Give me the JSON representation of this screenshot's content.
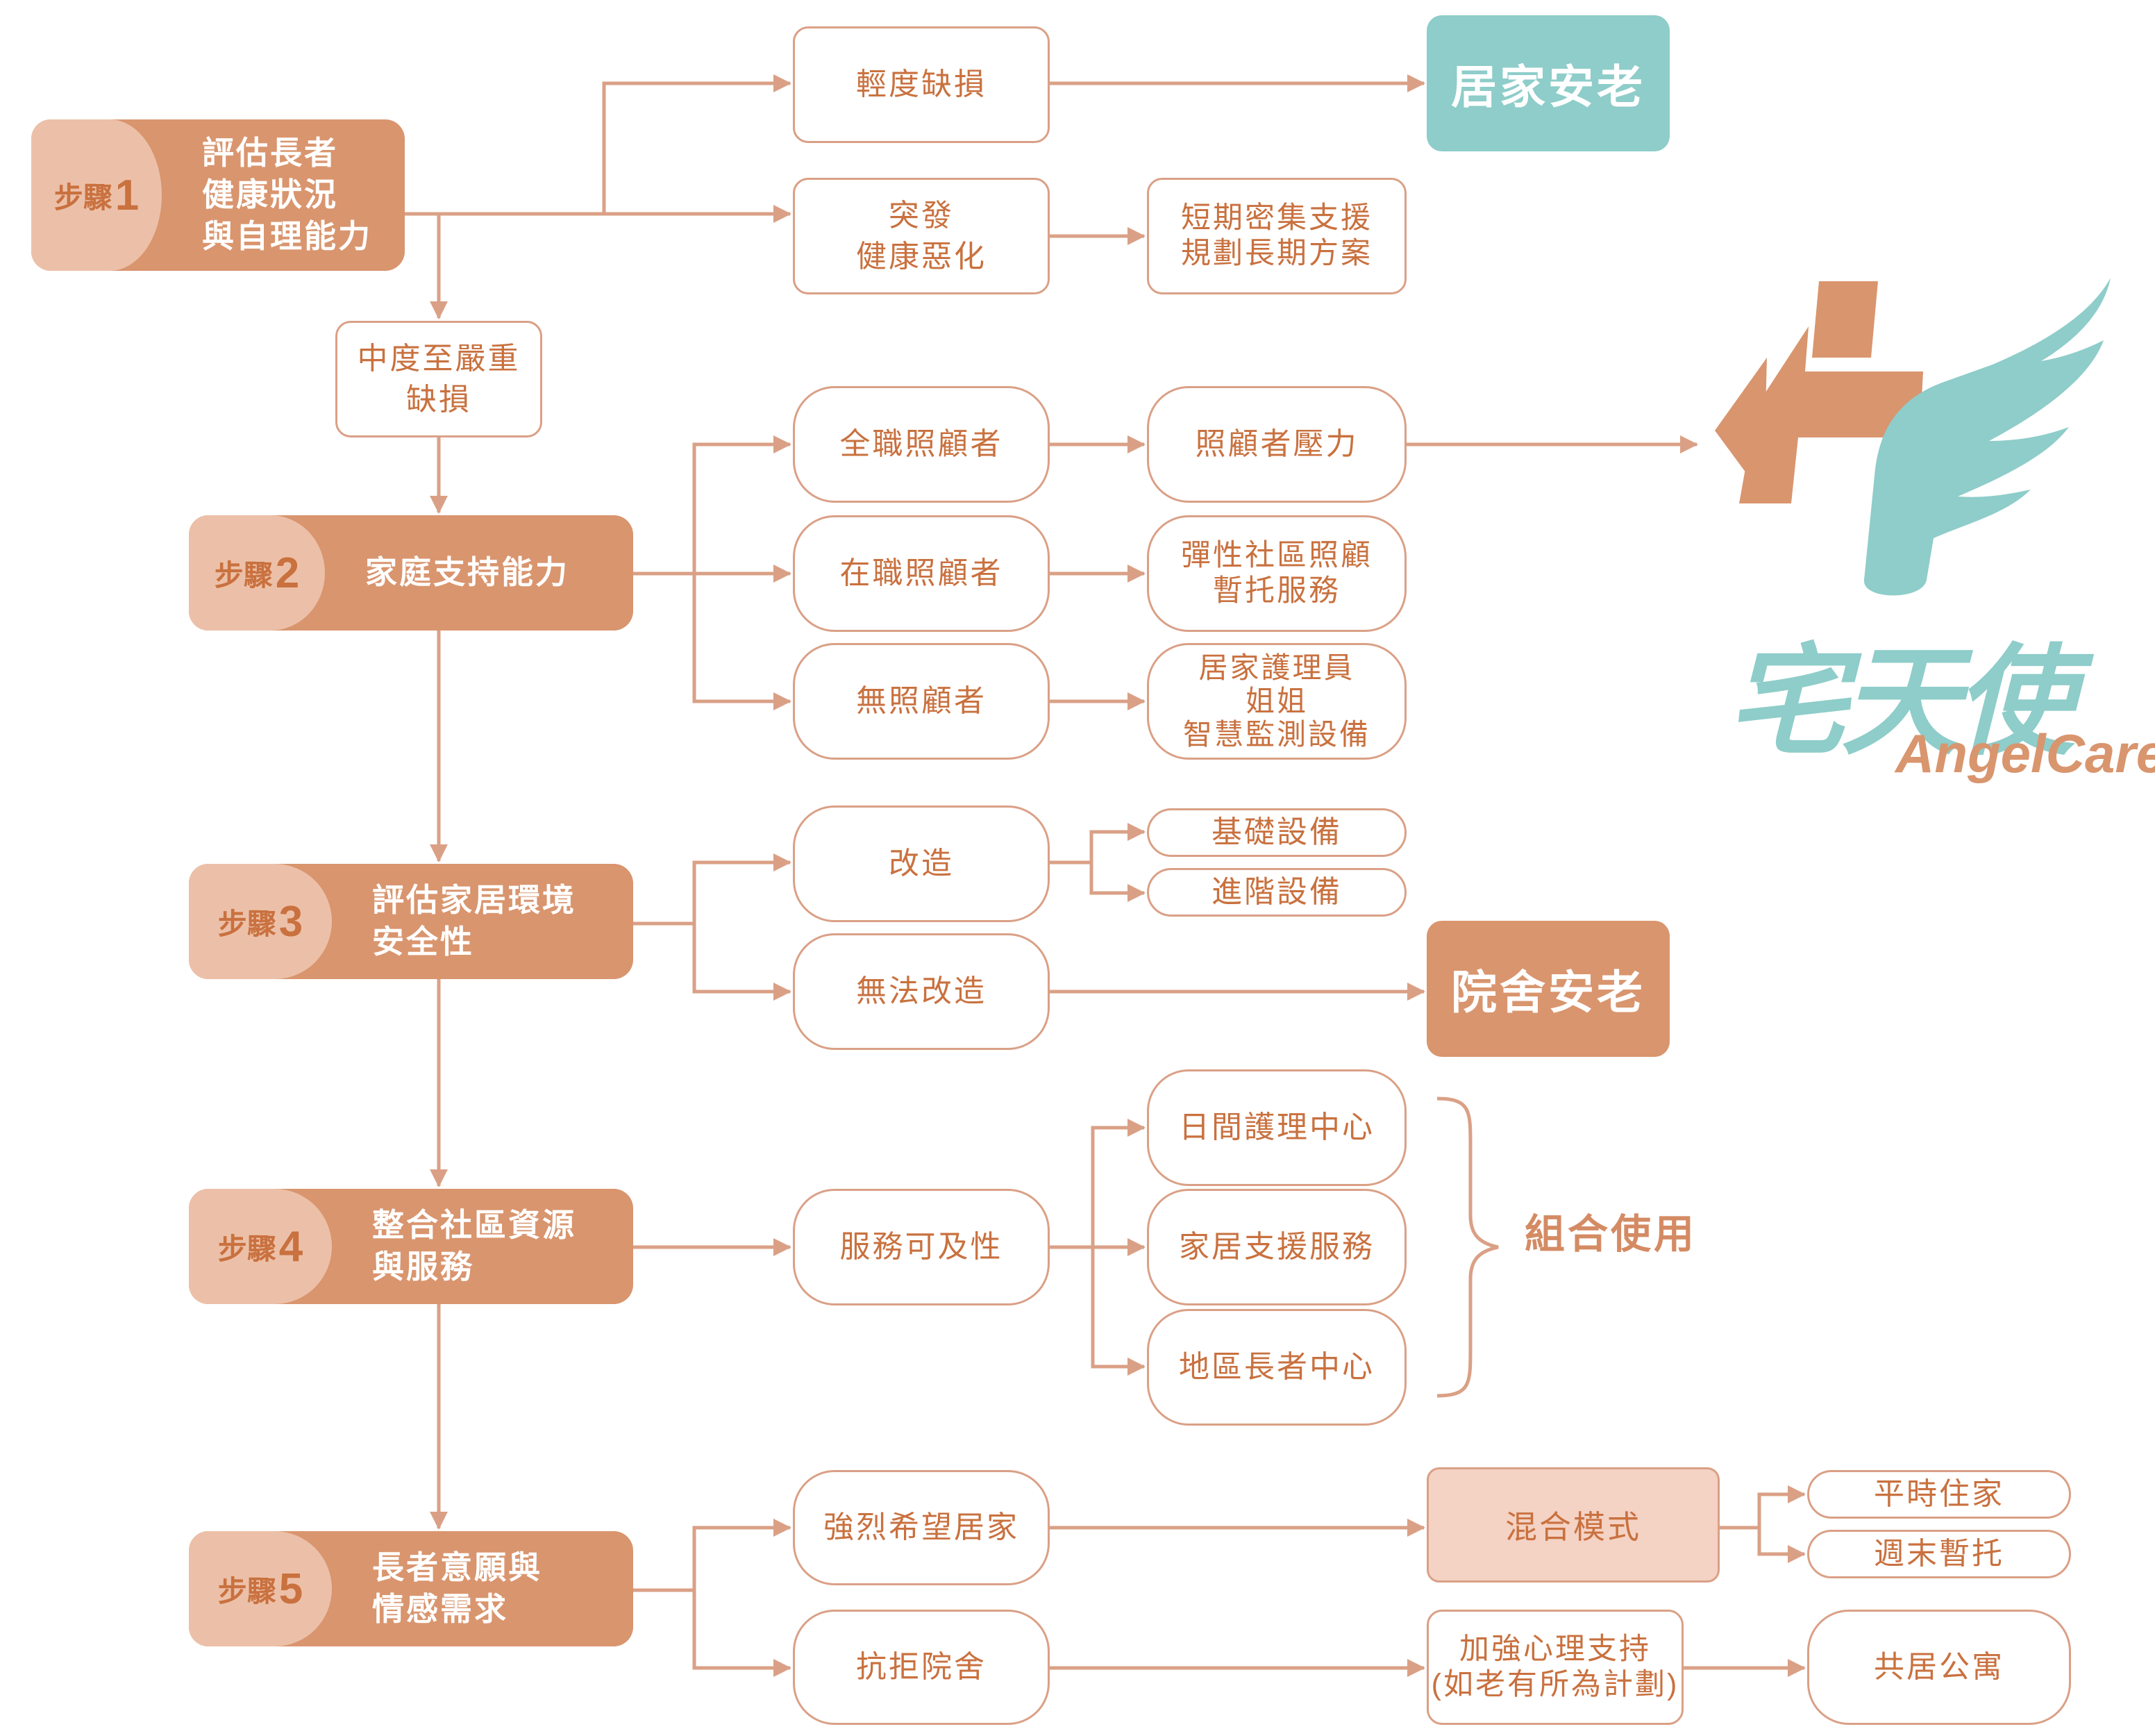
{
  "colors": {
    "line": "#daa086",
    "text": "#c9713f",
    "step_dark": "#d9956e",
    "step_light": "#ecc0a8",
    "teal": "#8ecdc9",
    "orange": "#d9956e",
    "mix_bg": "#f4d2c4",
    "combo": "#d48b64"
  },
  "steps": [
    {
      "tag": "步驟",
      "num": "1",
      "lines": [
        "評估長者",
        "健康狀況",
        "與自理能力"
      ]
    },
    {
      "tag": "步驟",
      "num": "2",
      "lines": [
        "家庭支持能力"
      ]
    },
    {
      "tag": "步驟",
      "num": "3",
      "lines": [
        "評估家居環境",
        "安全性"
      ]
    },
    {
      "tag": "步驟",
      "num": "4",
      "lines": [
        "整合社區資源",
        "與服務"
      ]
    },
    {
      "tag": "步驟",
      "num": "5",
      "lines": [
        "長者意願與",
        "情感需求"
      ]
    }
  ],
  "nodes": {
    "mild": [
      "輕度缺損"
    ],
    "sudden": [
      "突發",
      "健康惡化"
    ],
    "shortterm": [
      "短期密集支援",
      "規劃長期方案"
    ],
    "moderate": [
      "中度至嚴重",
      "缺損"
    ],
    "fulltime": [
      "全職照顧者"
    ],
    "stress": [
      "照顧者壓力"
    ],
    "working": [
      "在職照顧者"
    ],
    "respite": [
      "彈性社區照顧",
      "暫托服務"
    ],
    "none": [
      "無照顧者"
    ],
    "helpers": [
      "居家護理員",
      "姐姐",
      "智慧監測設備"
    ],
    "modify": [
      "改造"
    ],
    "basic": [
      "基礎設備"
    ],
    "advanced": [
      "進階設備"
    ],
    "cannot": [
      "無法改造"
    ],
    "access": [
      "服務可及性"
    ],
    "daycare": [
      "日間護理中心"
    ],
    "homesupport": [
      "家居支援服務"
    ],
    "eldercentre": [
      "地區長者中心"
    ],
    "wish": [
      "強烈希望居家"
    ],
    "resist": [
      "抗拒院舍"
    ],
    "mixed": [
      "混合模式"
    ],
    "weekday": [
      "平時住家"
    ],
    "weekend": [
      "週末暫托"
    ],
    "psych": [
      "加強心理支持",
      "(如老有所為計劃)"
    ],
    "coliving": [
      "共居公寓"
    ]
  },
  "outcomes": {
    "home": "居家安老",
    "institution": "院舍安老"
  },
  "combo_label": "組合使用",
  "logo": {
    "cn": "宅天使",
    "en": "AngelCare",
    "icon": "winged-cross-arrow-icon"
  }
}
